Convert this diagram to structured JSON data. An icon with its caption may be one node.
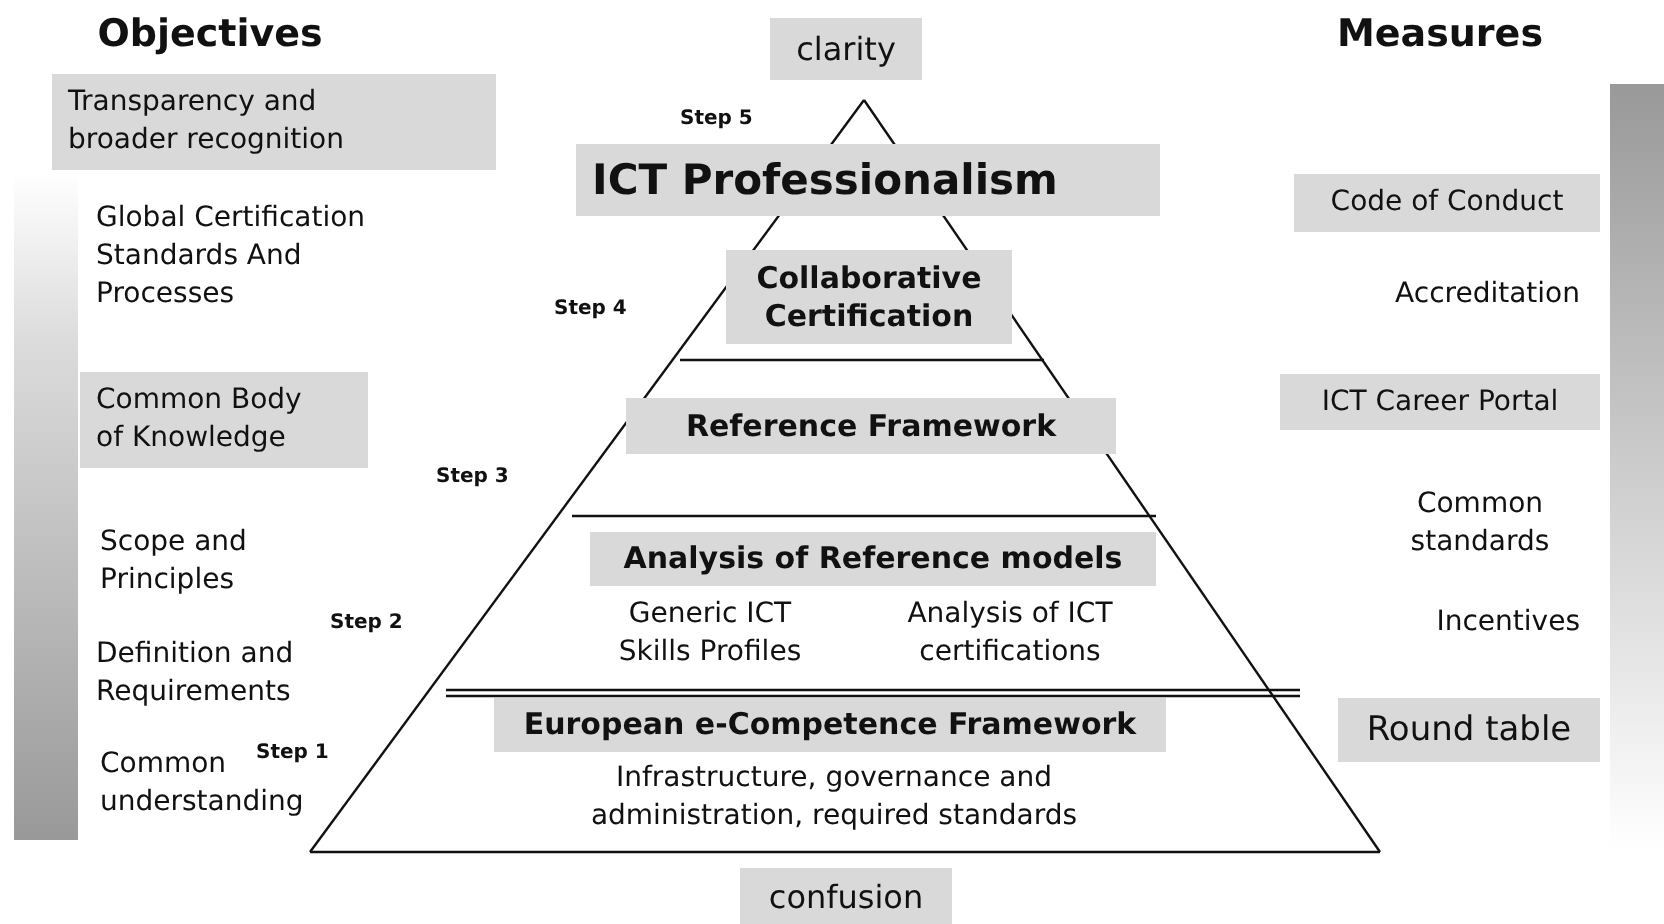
{
  "diagram": {
    "nodes": [
      {
        "text": [],
        "shape": "bar"
      },
      {
        "text": [
          "clarity"
        ]
      },
      {
        "text": [
          "Transparency and broader recognition"
        ]
      },
      {
        "text": [
          "ICT Professionalism"
        ]
      },
      {
        "text": [
          "Code of Conduct"
        ]
      },
      {
        "text": [
          "Collaborative Certification"
        ]
      },
      {
        "text": [
          "Common Body of Knowledge"
        ]
      },
      {
        "text": [
          "Reference Framework"
        ]
      },
      {
        "text": [
          "ICT Career Portal"
        ]
      },
      {
        "text": [
          "Analysis of Reference models"
        ]
      },
      {
        "text": [
          "European e-Competence Framework"
        ]
      },
      {
        "text": [
          "Round table"
        ]
      },
      {
        "text": [
          "confusion"
        ]
      },
      {
        "text": [],
        "shape": "bar"
      }
    ],
    "labels": [
      "Objectives",
      "Measures",
      "Step 5",
      "Global Certification Standards And Processes",
      "Step 4",
      "Accreditation",
      "Step 3",
      "Common standards",
      "Scope and Principles",
      "Generic ICT Skills Profiles",
      "Analysis of ICT certifications",
      "Step 2",
      "Incentives",
      "Definition and Requirements",
      "Step 1",
      "Common understanding",
      "Infrastructure, governance and administration, required standards"
    ]
  }
}
